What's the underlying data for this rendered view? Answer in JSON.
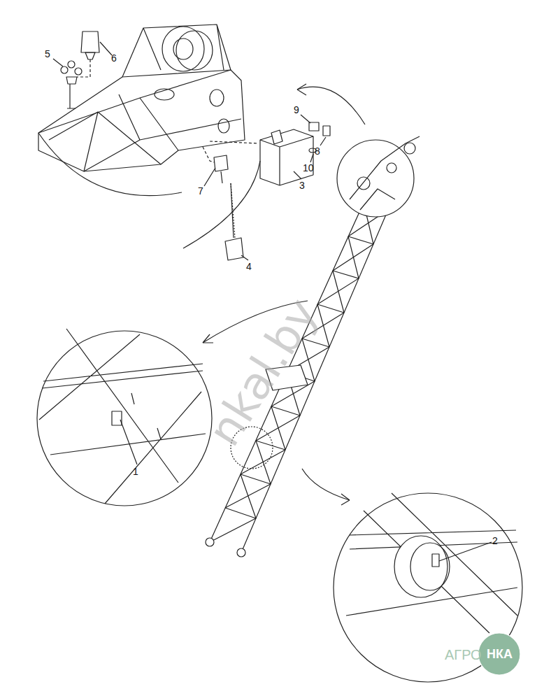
{
  "diagram": {
    "labels": [
      "5",
      "6",
      "9",
      "8",
      "10",
      "3",
      "7",
      "4",
      "1",
      "2",
      "nkal.by",
      "АГРО",
      "НКА"
    ]
  }
}
